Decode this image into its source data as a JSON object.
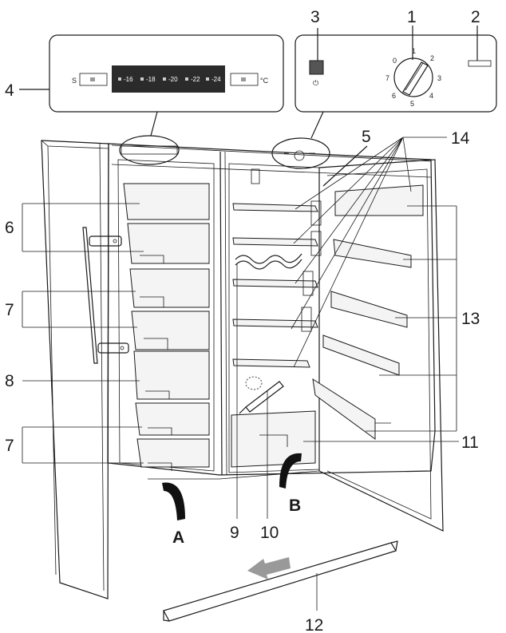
{
  "callouts": {
    "c1": "1",
    "c2": "2",
    "c3": "3",
    "c4": "4",
    "c5": "5",
    "c6": "6",
    "c7a": "7",
    "c7b": "7",
    "c8": "8",
    "c9": "9",
    "c10": "10",
    "c11": "11",
    "c12": "12",
    "c13": "13",
    "c14": "14"
  },
  "arrow_labels": {
    "a": "A",
    "b": "B"
  },
  "freezer_panel": {
    "s_label": "S",
    "unit_label": "°C",
    "temps": [
      "-16",
      "-18",
      "-20",
      "-22",
      "-24"
    ]
  },
  "fridge_panel": {
    "dial_marks": [
      "0",
      "1",
      "2",
      "3",
      "4",
      "5",
      "6",
      "7"
    ],
    "switch_symbol": "⏻"
  },
  "colors": {
    "line": "#1a1a1a",
    "display": "#2b2b2b",
    "indicator": "#555555"
  }
}
